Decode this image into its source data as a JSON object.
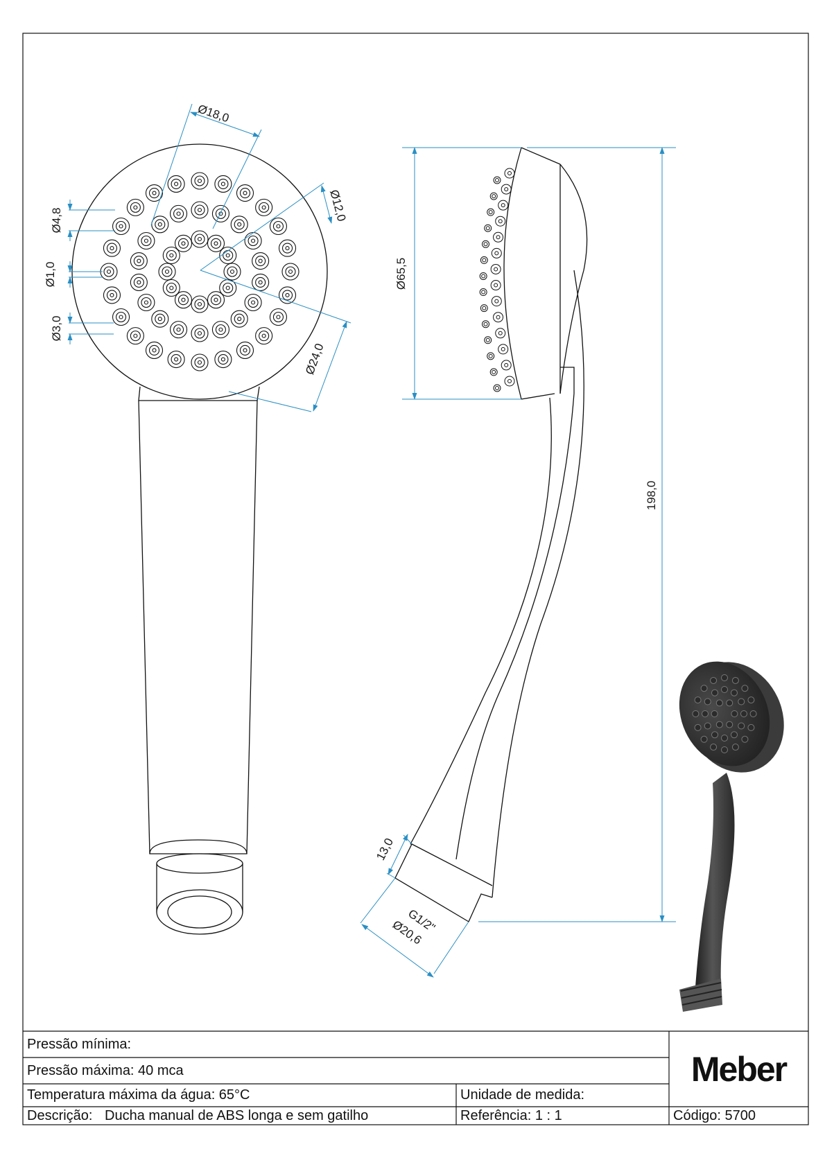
{
  "dimensions": {
    "d_hole_spacing": "Ø18,0",
    "d_ring_inner": "Ø12,0",
    "d_ring_outer": "Ø24,0",
    "d_hole_outer": "Ø4,8",
    "d_hole_inner": "Ø1,0",
    "d_hole_mid": "Ø3,0",
    "d_head": "Ø65,5",
    "length": "198,0",
    "thread_len": "13,0",
    "thread_spec": "G1/2\"",
    "thread_dia": "Ø20,6"
  },
  "title_block": {
    "pressao_minima": "Pressão mínima:",
    "pressao_maxima": "Pressão máxima: 40 mca",
    "temperatura": "Temperatura máxima da água: 65°C",
    "unidade": "Unidade de medida:",
    "descricao_label": "Descrição:",
    "descricao_value": "Ducha manual de ABS longa e sem gatilho",
    "referencia": "Referência: 1 : 1",
    "codigo": "Código: 5700",
    "brand": "Meber"
  },
  "colors": {
    "dimension_line": "#2a8fc4",
    "outline": "#111111",
    "render_body": "#3a3a3a"
  }
}
